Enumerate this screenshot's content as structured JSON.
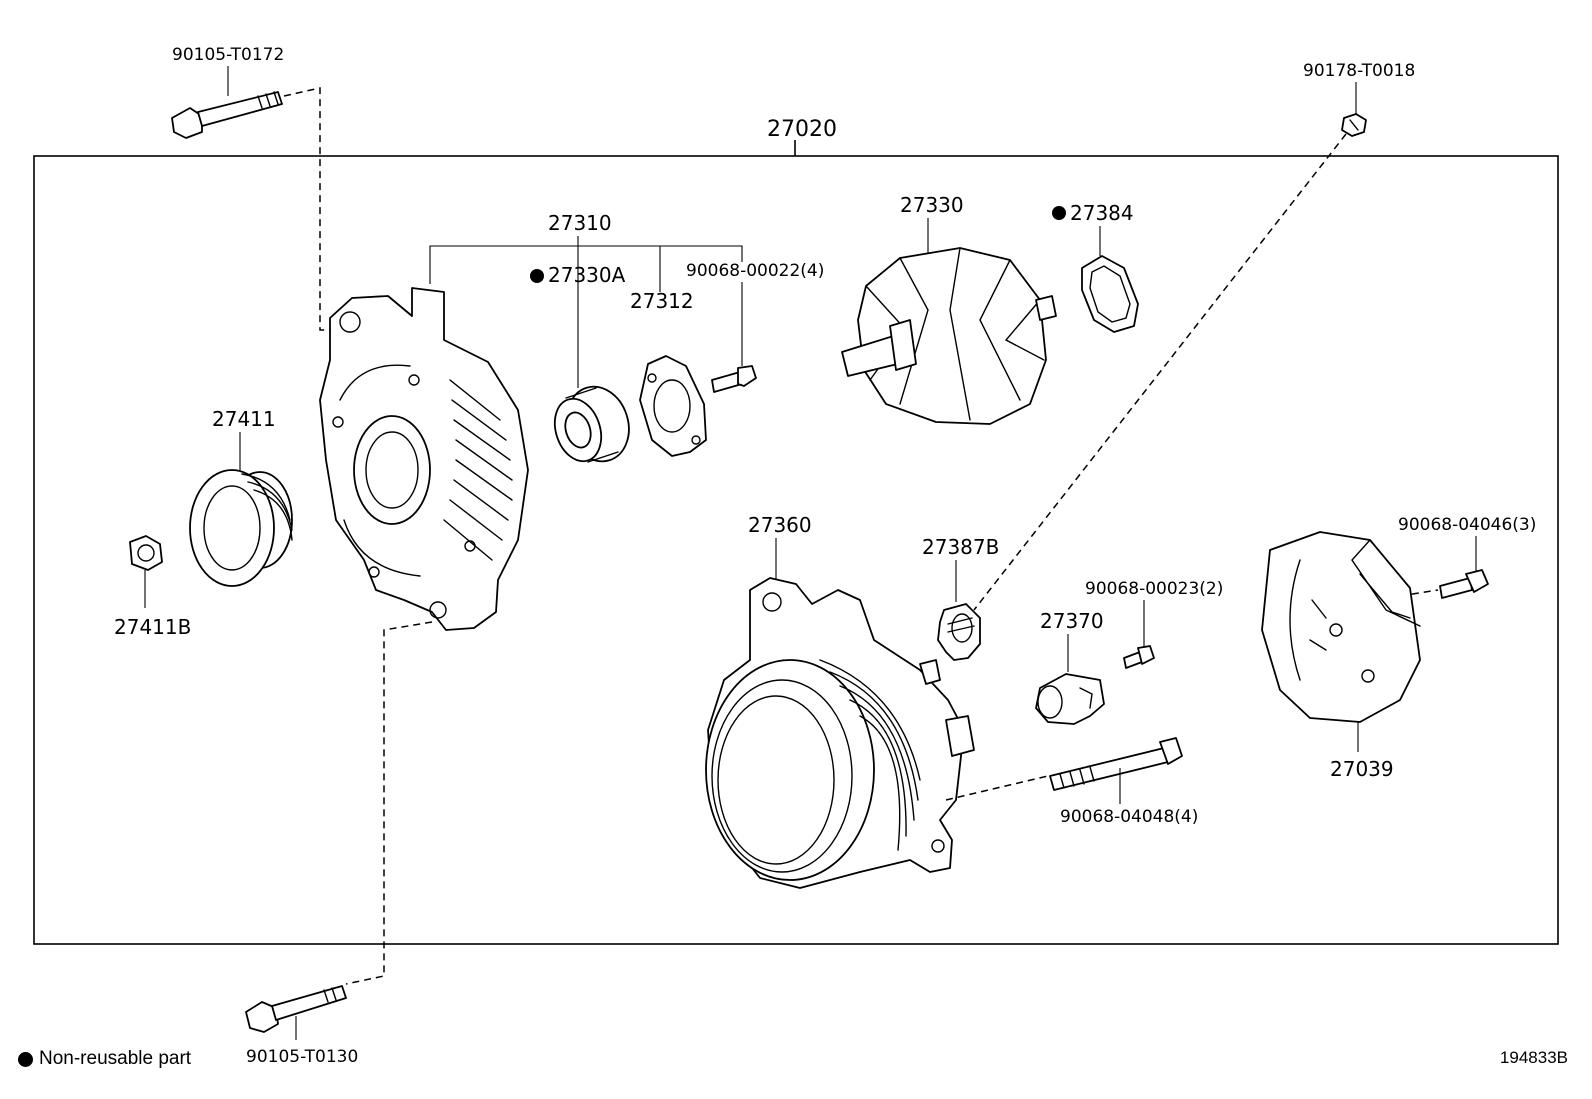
{
  "assembly_number": "27020",
  "parts": {
    "p90105_T0172": "90105-T0172",
    "p90178_T0018": "90178-T0018",
    "p27310": "27310",
    "p27330A": "27330A",
    "p27312": "27312",
    "p90068_00022": "90068-00022(4)",
    "p27330": "27330",
    "p27384": "27384",
    "p27411": "27411",
    "p27411B": "27411B",
    "p27360": "27360",
    "p27387B": "27387B",
    "p90068_00023": "90068-00023(2)",
    "p27370": "27370",
    "p90068_04046": "90068-04046(3)",
    "p27039": "27039",
    "p90068_04048": "90068-04048(4)",
    "p90105_T0130": "90105-T0130"
  },
  "legend": {
    "text": "Non-reusable part"
  },
  "reference_id": "194833B"
}
